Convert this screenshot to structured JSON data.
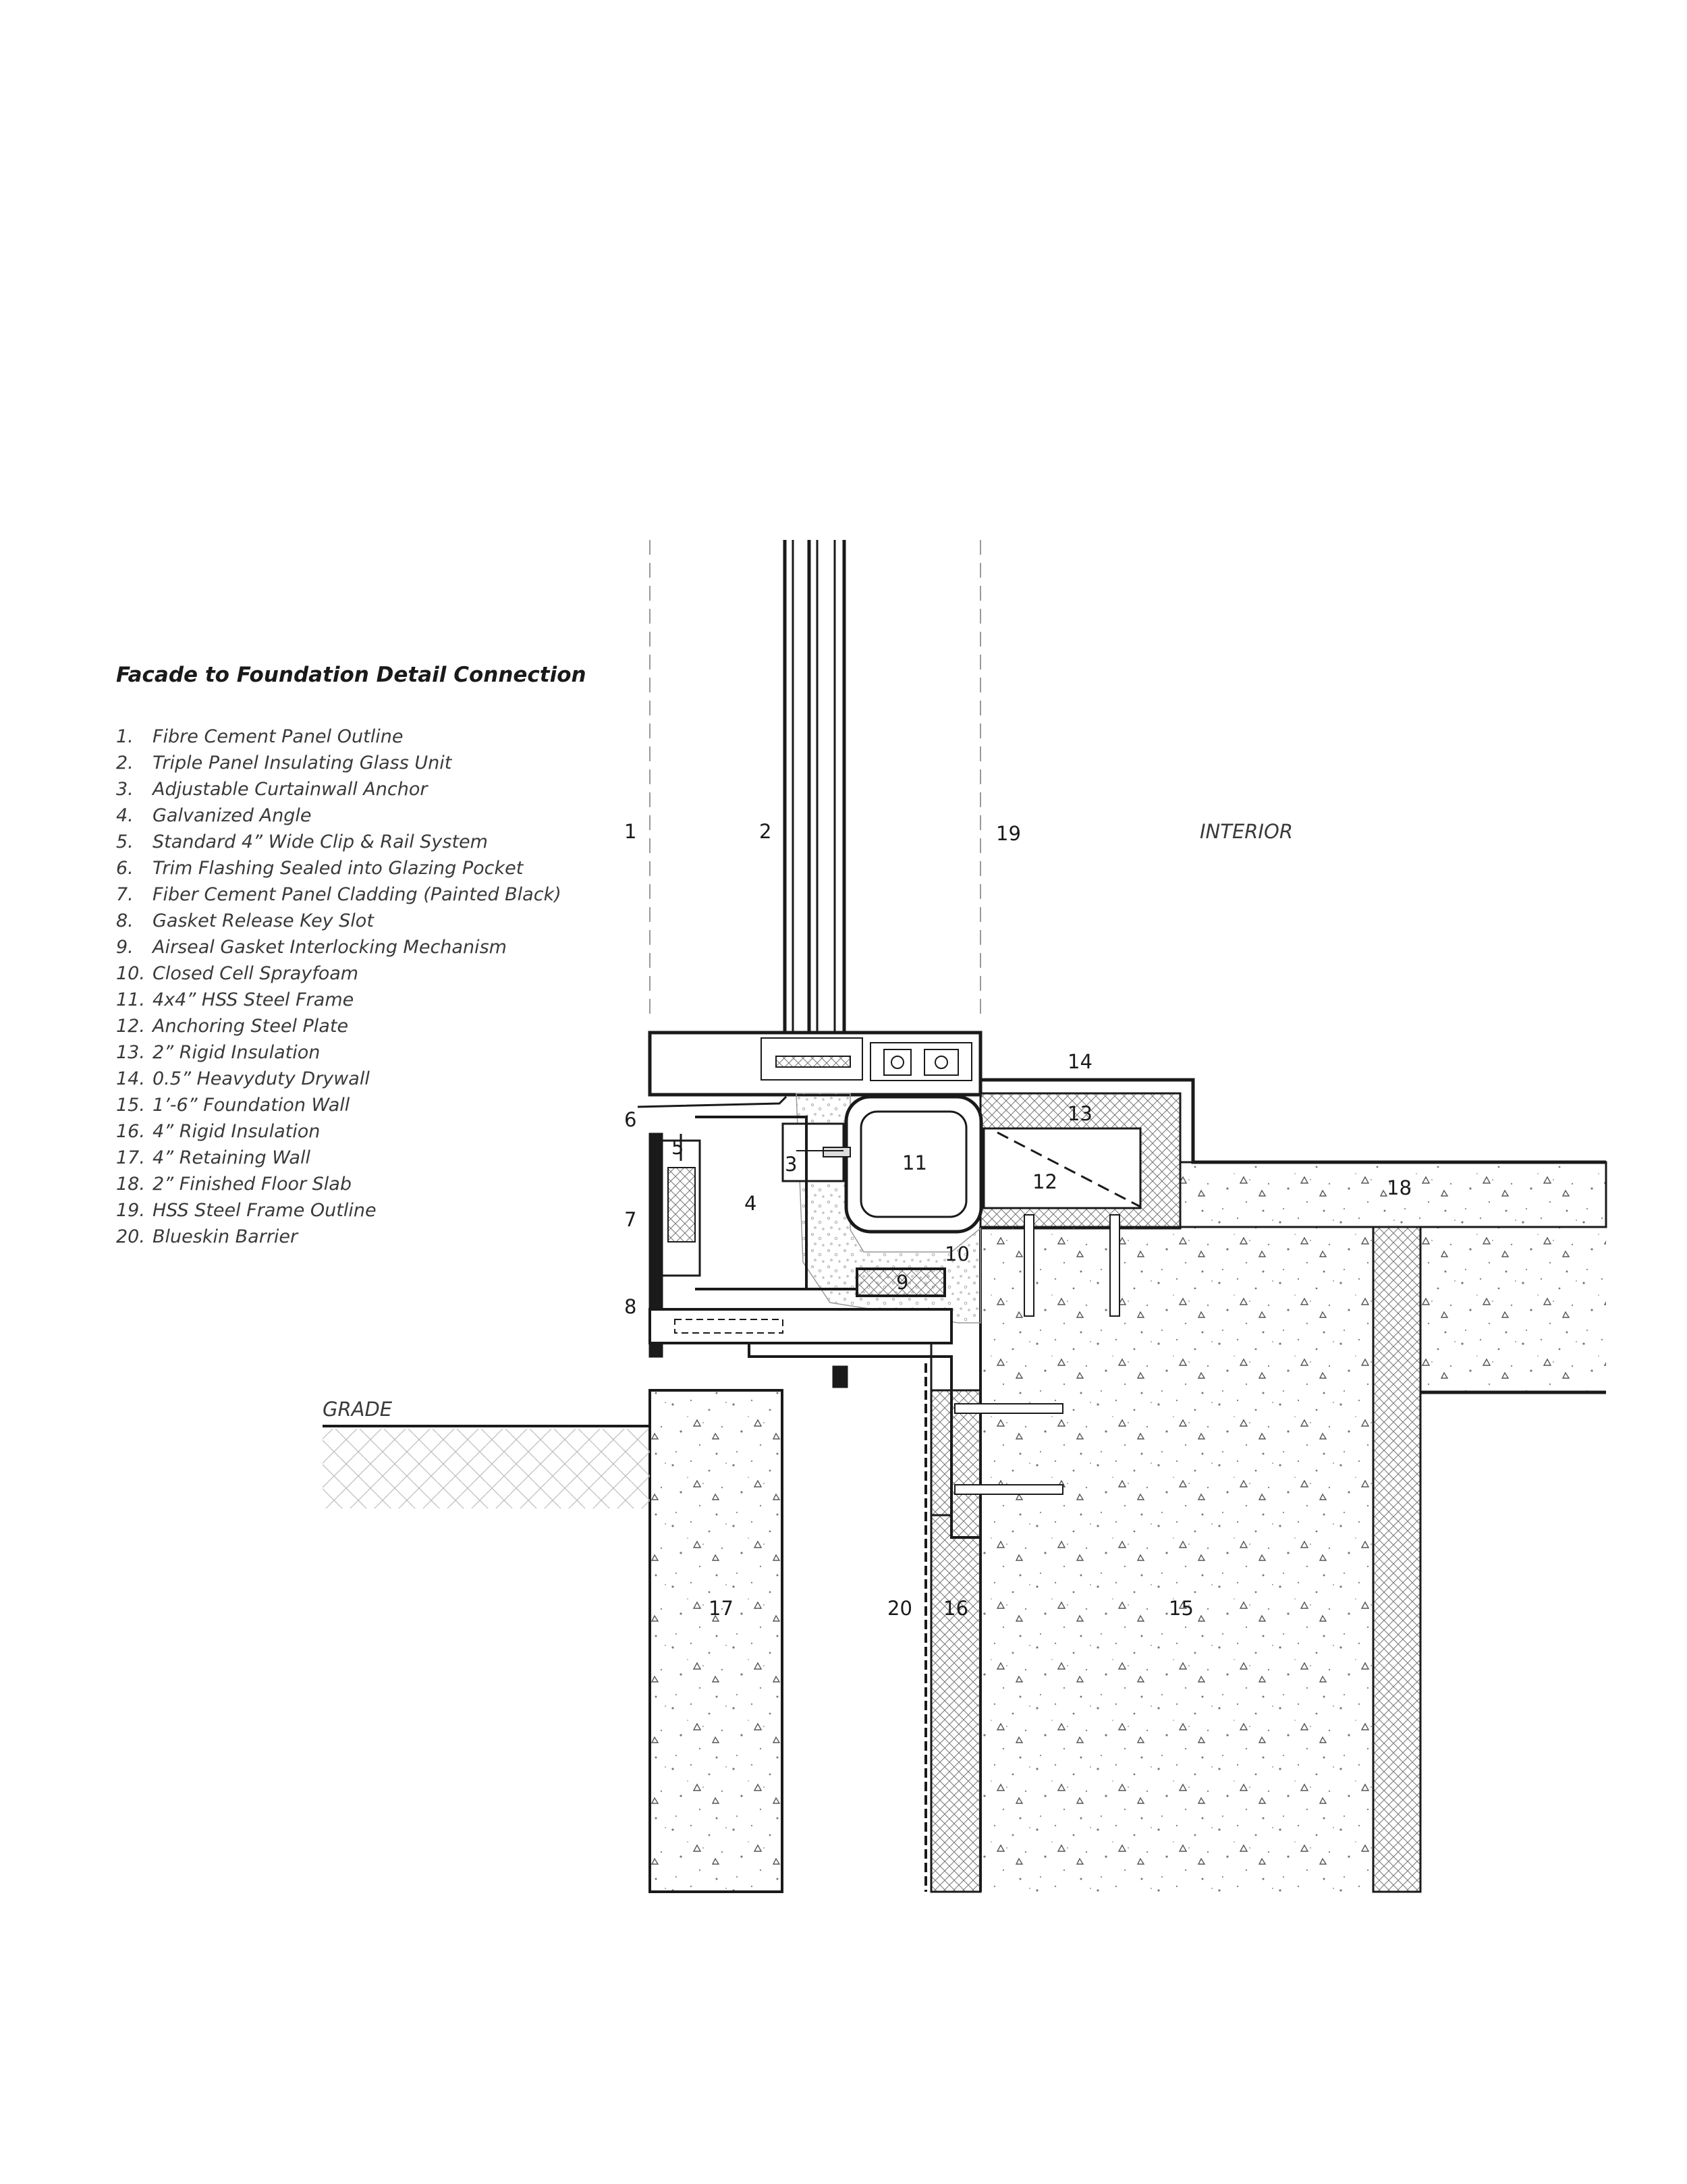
{
  "title": "Facade to Foundation Detail Connection",
  "legend": [
    {
      "num": "1.",
      "text": "Fibre Cement Panel Outline"
    },
    {
      "num": "2.",
      "text": "Triple Panel Insulating Glass Unit"
    },
    {
      "num": "3.",
      "text": "Adjustable Curtainwall Anchor"
    },
    {
      "num": "4.",
      "text": "Galvanized Angle"
    },
    {
      "num": "5.",
      "text": "Standard 4” Wide Clip & Rail System"
    },
    {
      "num": "6.",
      "text": "Trim Flashing Sealed into Glazing Pocket"
    },
    {
      "num": "7.",
      "text": "Fiber Cement Panel Cladding (Painted Black)"
    },
    {
      "num": "8.",
      "text": "Gasket Release Key Slot"
    },
    {
      "num": "9.",
      "text": "Airseal Gasket Interlocking Mechanism"
    },
    {
      "num": "10.",
      "text": "Closed Cell Sprayfoam"
    },
    {
      "num": "11.",
      "text": "4x4” HSS Steel Frame"
    },
    {
      "num": "12.",
      "text": "Anchoring Steel Plate"
    },
    {
      "num": "13.",
      "text": "2” Rigid Insulation"
    },
    {
      "num": "14.",
      "text": "0.5” Heavyduty Drywall"
    },
    {
      "num": "15.",
      "text": "1’-6” Foundation Wall"
    },
    {
      "num": "16.",
      "text": "4” Rigid Insulation"
    },
    {
      "num": "17.",
      "text": "4” Retaining Wall"
    },
    {
      "num": "18.",
      "text": "2” Finished Floor Slab"
    },
    {
      "num": "19.",
      "text": "HSS Steel Frame Outline"
    },
    {
      "num": "20.",
      "text": "Blueskin Barrier"
    }
  ],
  "drawing_labels": {
    "interior": "INTERIOR",
    "grade": "GRADE",
    "tags": [
      "1",
      "2",
      "3",
      "4",
      "5",
      "6",
      "7",
      "8",
      "9",
      "10",
      "11",
      "12",
      "13",
      "14",
      "15",
      "16",
      "17",
      "18",
      "19",
      "20"
    ]
  }
}
